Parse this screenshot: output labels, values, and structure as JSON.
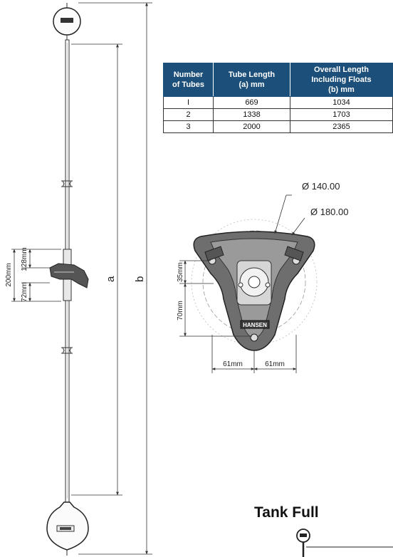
{
  "table": {
    "headers": [
      [
        "Number",
        "of Tubes"
      ],
      [
        "Tube Length",
        "(a) mm"
      ],
      [
        "Overall Length",
        "Including Floats",
        "(b) mm"
      ]
    ],
    "rows": [
      [
        "I",
        "669",
        "1034"
      ],
      [
        "2",
        "1338",
        "1703"
      ],
      [
        "3",
        "2000",
        "2365"
      ]
    ]
  },
  "dimensions": {
    "dia_140": "Ø 140.00",
    "dia_180": "Ø 180.00",
    "left_61": "61mm",
    "right_61": "61mm",
    "top_35": "35mm",
    "bottom_70": "70mm",
    "outer_200": "200mm",
    "inner_128": "128mm",
    "inner_72": "72mm",
    "label_a": "a",
    "label_b": "b"
  },
  "brand": {
    "name": "HANSEN"
  },
  "section_title": "Tank Full"
}
